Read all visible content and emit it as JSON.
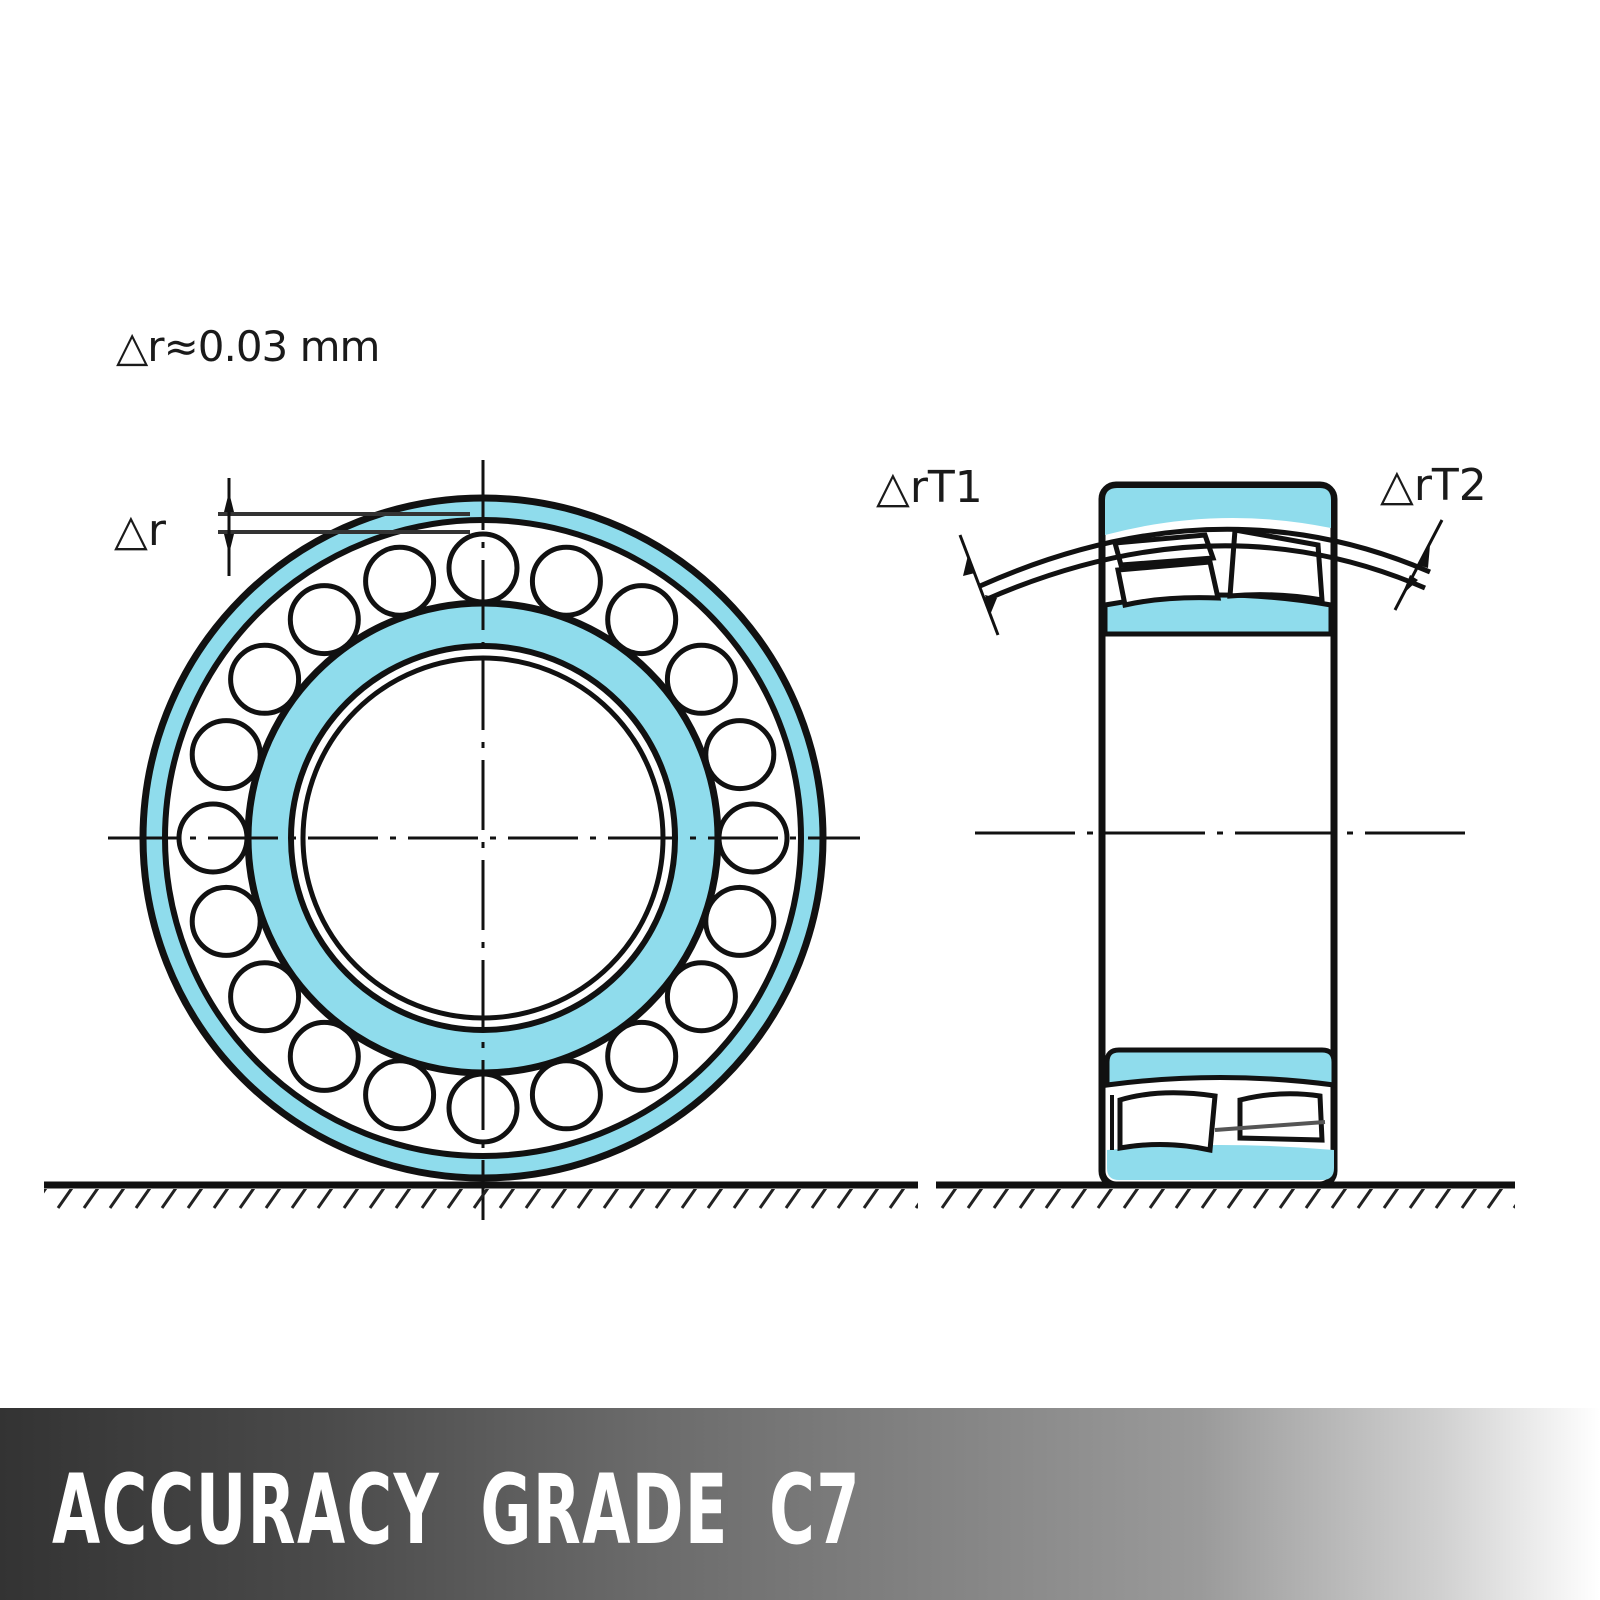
{
  "diagram": {
    "formula": "△r≈0.03 mm",
    "labels": {
      "delta_r": "△r",
      "delta_rt1": "△rT1",
      "delta_rt2": "△rT2"
    },
    "views": [
      {
        "name": "front-view",
        "description": "Bearing front view with rolling elements around inner ring"
      },
      {
        "name": "side-view",
        "description": "Bearing cross-section side view with double-row spherical rollers"
      }
    ],
    "colors": {
      "ring_fill": "#8fdcec",
      "line": "#111111",
      "background": "#ffffff"
    },
    "roller_count": 20
  },
  "banner": {
    "title": "ACCURACY GRADE C7",
    "gradient_start": "#333333",
    "gradient_end": "#ffffff"
  }
}
